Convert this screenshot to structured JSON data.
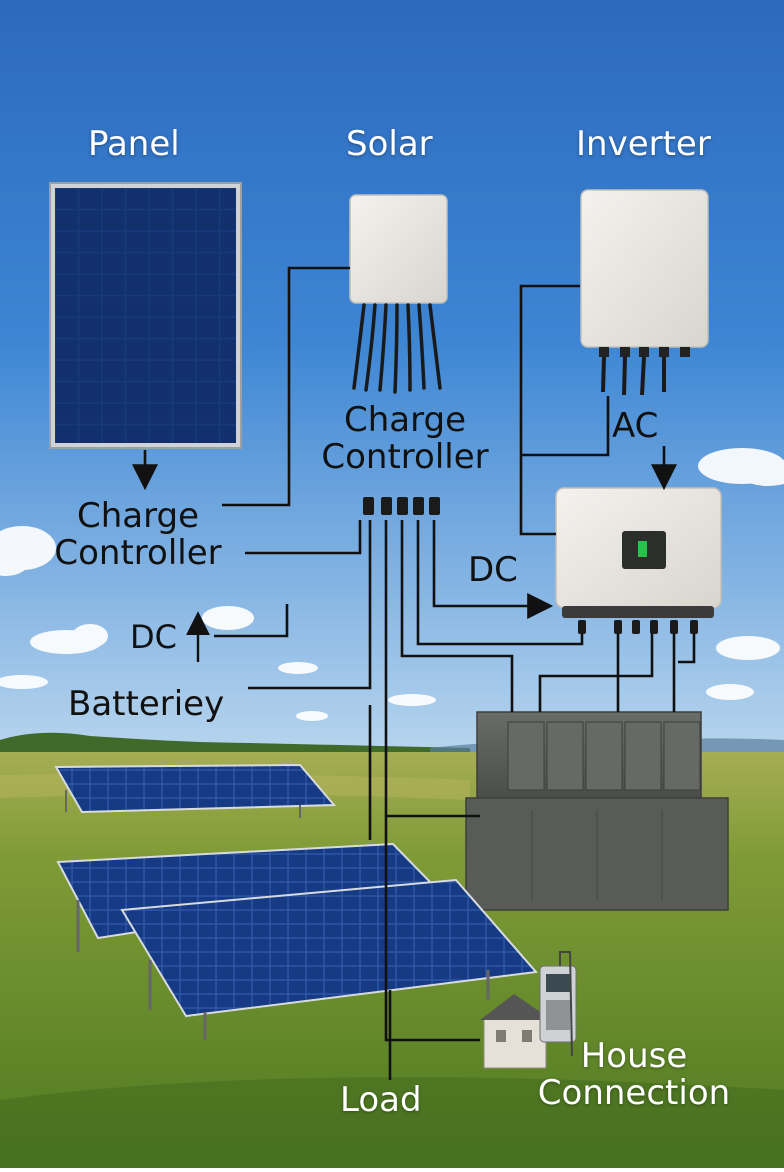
{
  "labels": {
    "panel": "Panel",
    "solar": "Solar",
    "inverter": "Inverter",
    "charge_controller_top": "Charge\nController",
    "charge_controller_left": "Charge\nController",
    "ac": "AC",
    "dc_right": "DC",
    "dc_left": "DC",
    "battery": "Batteriey",
    "load": "Load",
    "house_connection": "House\nConnection"
  },
  "colors": {
    "sky_top": "#2f6fc2",
    "sky_bottom": "#a9cdea",
    "grass": "#7a9a34",
    "panel_blue": "#12306b",
    "device_white": "#eceae6",
    "battery_gray": "#5b5d5b",
    "wire": "#111111",
    "display_green": "#29c24a"
  }
}
